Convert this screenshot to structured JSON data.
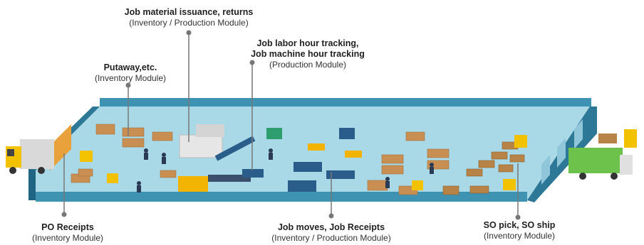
{
  "callouts": {
    "job_material": {
      "title": "Job material issuance, returns",
      "module": "(Inventory / Production Module)"
    },
    "job_labor": {
      "title1": "Job labor hour tracking,",
      "title2": "Job machine hour tracking",
      "module": "(Production Module)"
    },
    "putaway": {
      "title": "Putaway,etc.",
      "module": "(Inventory Module)"
    },
    "po_receipts": {
      "title": "PO Receipts",
      "module": "(Inventory Module)"
    },
    "job_moves": {
      "title": "Job moves, Job Receipts",
      "module": "(Inventory / Production Module)"
    },
    "so_pick": {
      "title": "SO pick, SO ship",
      "module": "(Inventory Module)"
    }
  },
  "colors": {
    "floor": "#a9d8e6",
    "wall": "#3e93b3",
    "wall_dark": "#2d7896",
    "pointer": "#777777",
    "truck_yellow": "#f2c200",
    "truck_green": "#6cc24a"
  }
}
